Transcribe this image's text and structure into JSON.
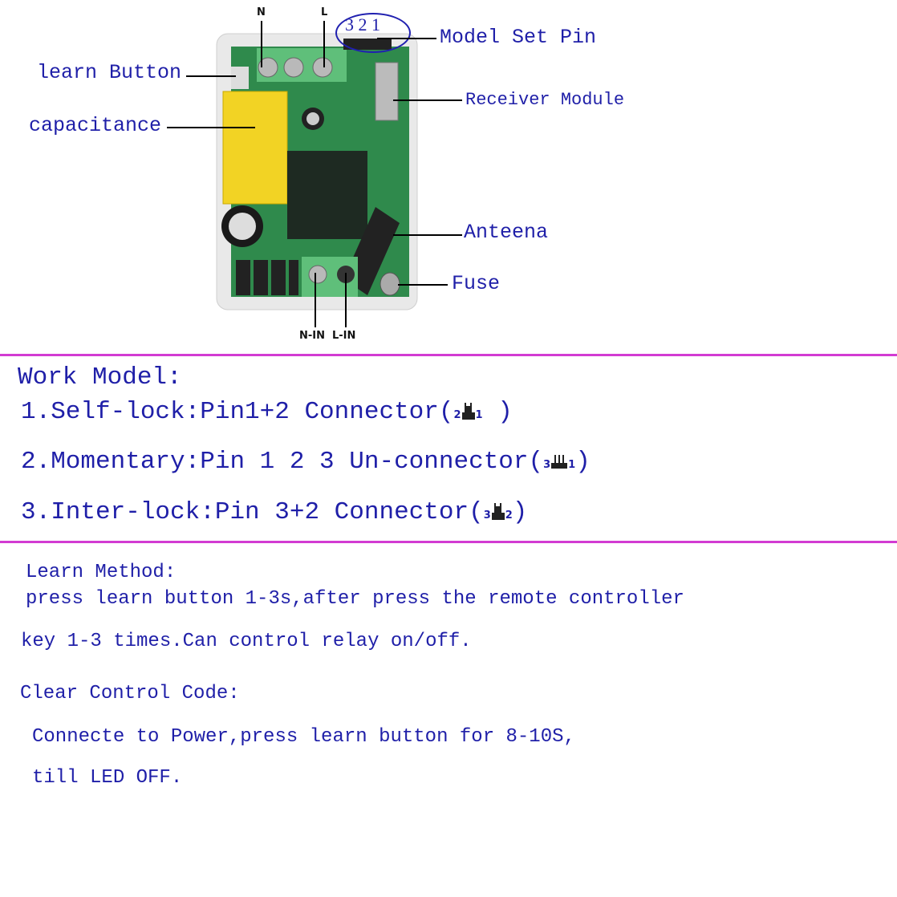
{
  "diagram": {
    "terminal_labels": {
      "n": "N",
      "l": "L",
      "n_in": "N-IN",
      "l_in": "L-IN"
    },
    "pin_numbers": "3 2 1",
    "callouts": {
      "model_set_pin": "Model Set Pin",
      "learn_button": "learn Button",
      "capacitance": "capacitance",
      "receiver_module": "Receiver Module",
      "antenna": "Anteena",
      "fuse": "Fuse"
    }
  },
  "work_model": {
    "title": "Work Model:",
    "items": [
      {
        "text": "1.Self-lock:Pin1+2 Connector(",
        "left_pin": "2",
        "right_pin": "1",
        "close": " )"
      },
      {
        "text": "2.Momentary:Pin 1 2 3 Un-connector(",
        "left_pin": "3",
        "right_pin": "1",
        "close": ")"
      },
      {
        "text": "3.Inter-lock:Pin 3+2 Connector(",
        "left_pin": "3",
        "right_pin": "2",
        "close": ")"
      }
    ]
  },
  "learn_method": {
    "title": "Learn Method:",
    "line1": "press learn button 1-3s,after press the remote controller",
    "line2": "key 1-3 times.Can control relay on/off."
  },
  "clear_code": {
    "title": "Clear Control Code:",
    "line1": "Connecte to Power,press learn button for 8-10S,",
    "line2": "till LED OFF."
  },
  "colors": {
    "text": "#1f1fa8",
    "divider": "#d23bd2",
    "pcb": "#2e8a4a",
    "capacitor": "#f0d020"
  }
}
